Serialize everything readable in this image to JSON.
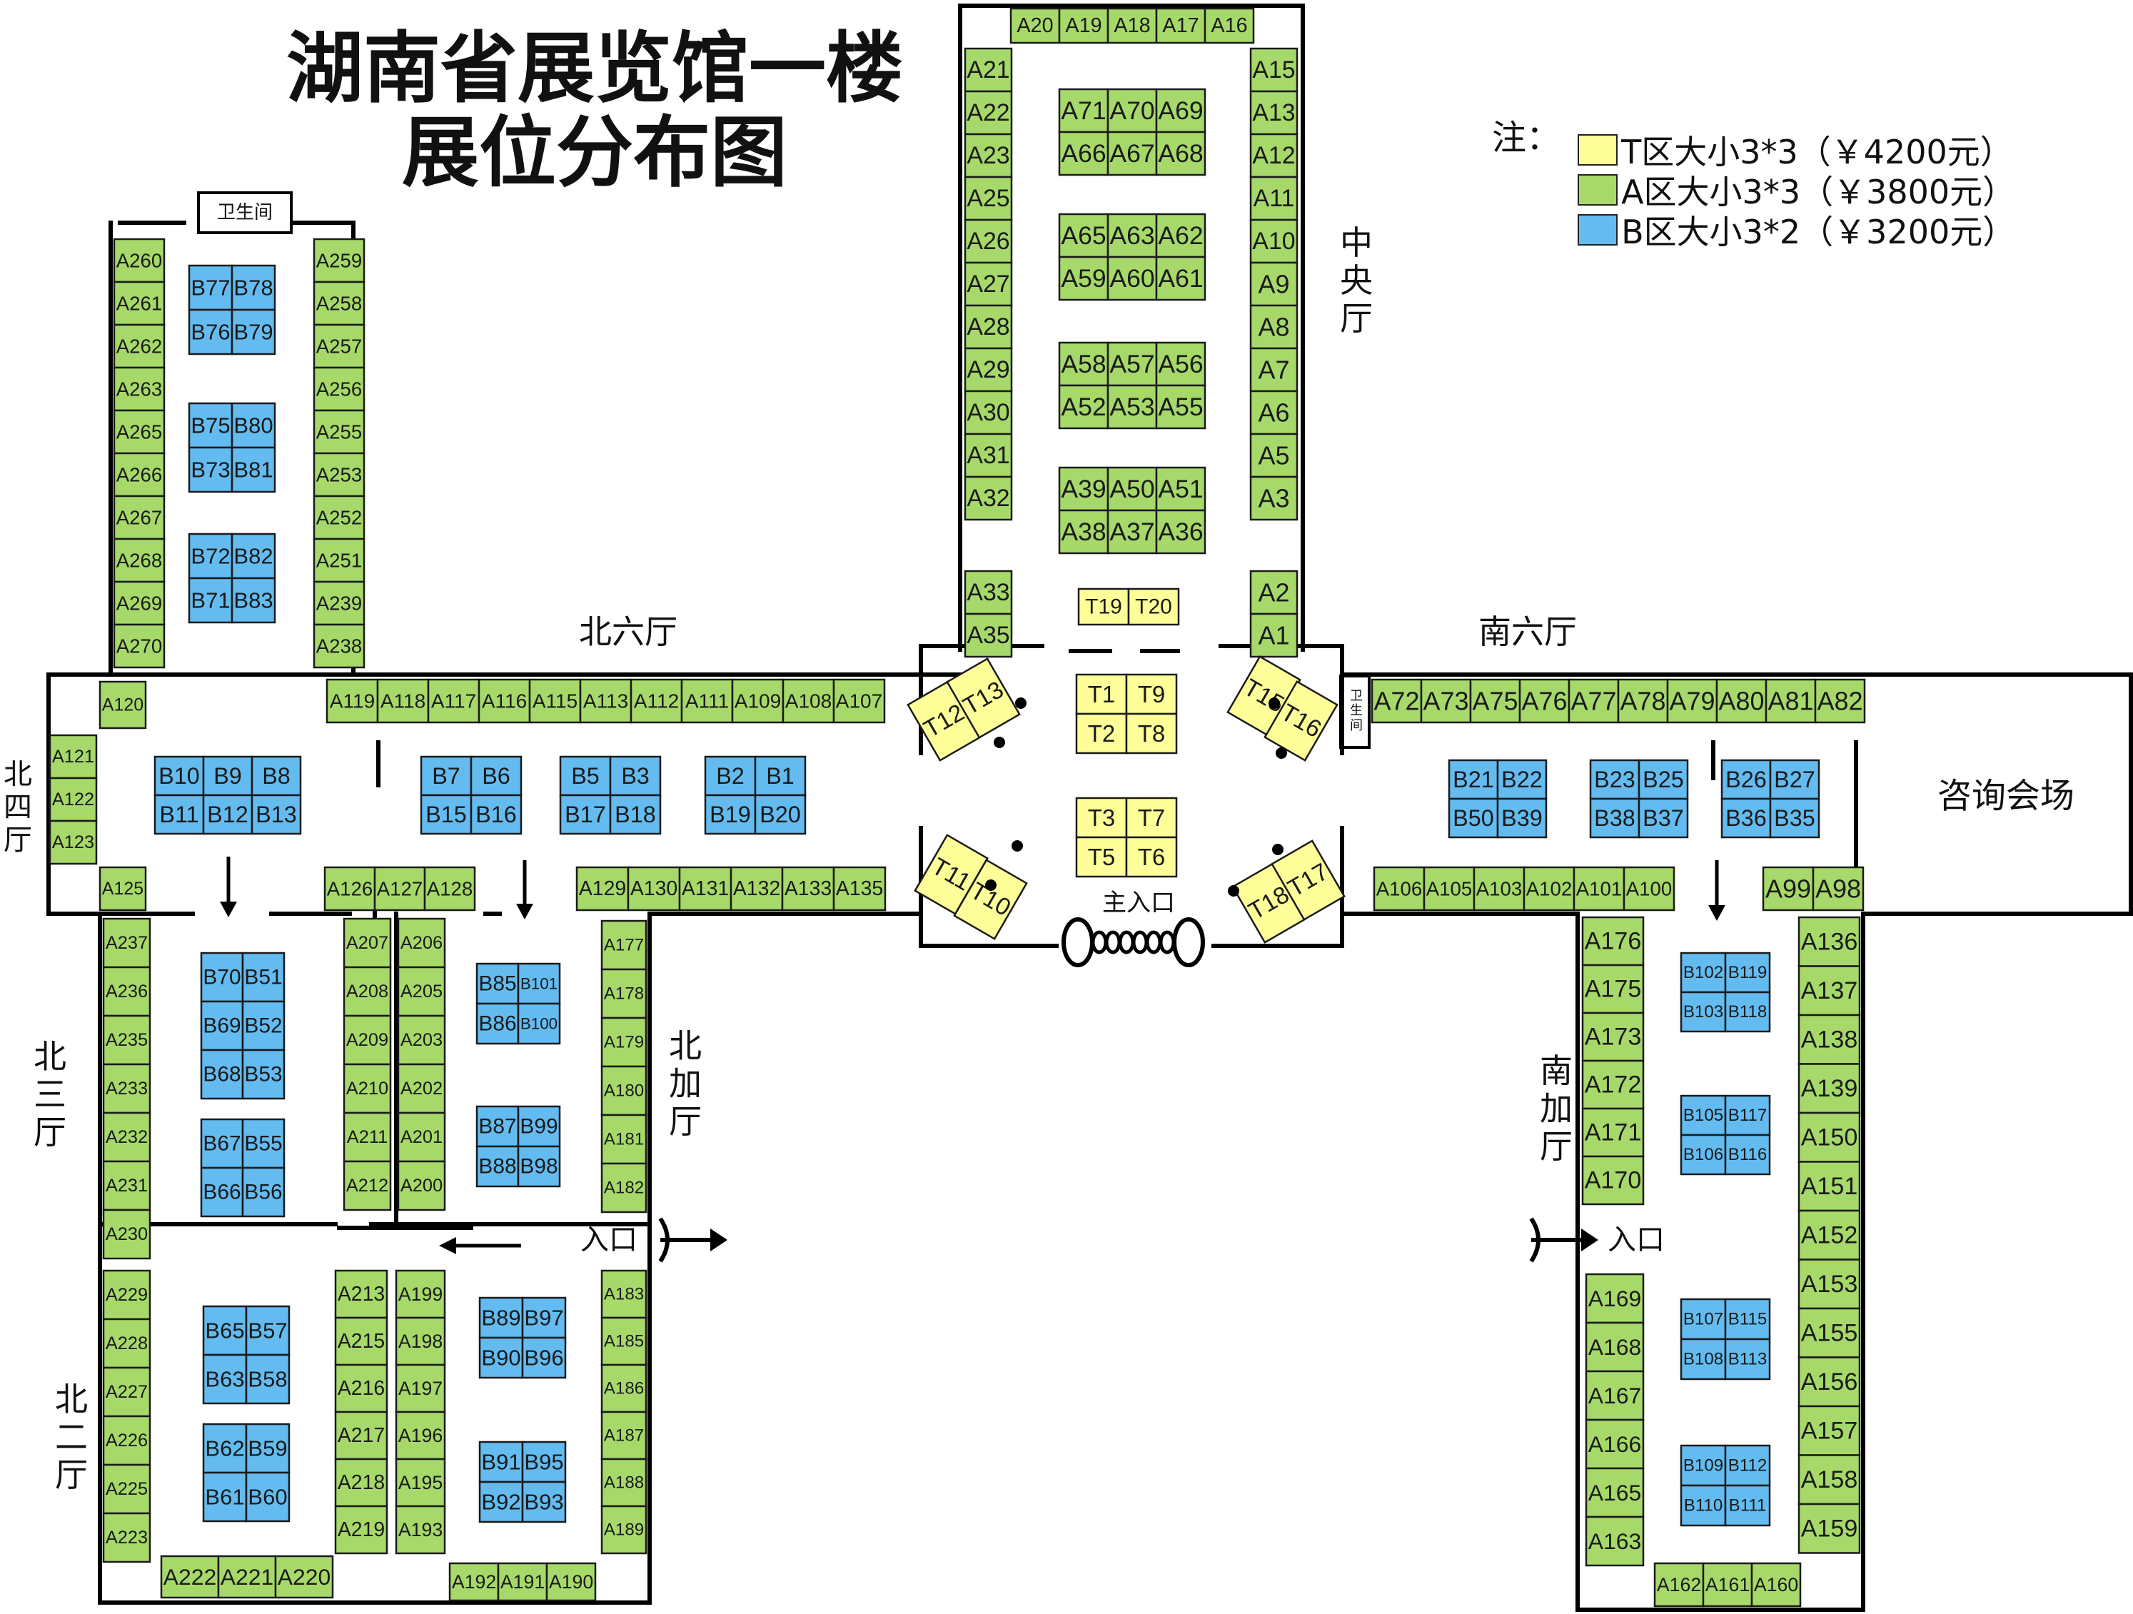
{
  "title": {
    "line1": "湖南省展览馆一楼",
    "line2": "展位分布图"
  },
  "legend": {
    "prefix": "注：",
    "items": [
      {
        "text": "T区大小3*3（￥4200元）",
        "color": "#ffff99"
      },
      {
        "text": "A区大小3*3（￥3800元）",
        "color": "#a6d96a"
      },
      {
        "text": "B区大小3*2（￥3200元）",
        "color": "#63bbf0"
      }
    ]
  },
  "colors": {
    "T": "#ffff99",
    "A": "#a6d96a",
    "B": "#63bbf0",
    "wall": "#000000",
    "outline": "#1a1a1a"
  },
  "labels": {
    "central_hall": "中央厅",
    "north6": "北六厅",
    "south6": "南六厅",
    "north4": "北四厅",
    "north3": "北三厅",
    "north2": "北二厅",
    "north_add": "北加厅",
    "south_add": "南加厅",
    "consult": "咨询会场",
    "main_entrance": "主入口",
    "entrance_w": "入口",
    "entrance_e": "入口",
    "toilet_n": "卫生间",
    "toilet_s": "卫生间"
  },
  "booths": {
    "central_top": [
      "A20",
      "A19",
      "A18",
      "A17",
      "A16"
    ],
    "central_left": [
      "A21",
      "A22",
      "A23",
      "A25",
      "A26",
      "A27",
      "A28",
      "A29",
      "A30",
      "A31",
      "A32"
    ],
    "central_left_low": [
      "A33",
      "A35"
    ],
    "central_right": [
      "A15",
      "A13",
      "A12",
      "A11",
      "A10",
      "A9",
      "A8",
      "A7",
      "A6",
      "A5",
      "A3"
    ],
    "central_right_low": [
      "A2",
      "A1"
    ],
    "central_blocks": [
      [
        "A71",
        "A70",
        "A69"
      ],
      [
        "A66",
        "A67",
        "A68"
      ],
      [
        "A65",
        "A63",
        "A62"
      ],
      [
        "A59",
        "A60",
        "A61"
      ],
      [
        "A58",
        "A57",
        "A56"
      ],
      [
        "A52",
        "A53",
        "A55"
      ],
      [
        "A39",
        "A50",
        "A51"
      ],
      [
        "A38",
        "A37",
        "A36"
      ]
    ],
    "t_top": [
      "T19",
      "T20"
    ],
    "t_mid": [
      [
        "T1",
        "T9"
      ],
      [
        "T2",
        "T8"
      ]
    ],
    "t_low": [
      [
        "T3",
        "T7"
      ],
      [
        "T5",
        "T6"
      ]
    ],
    "t_nw": [
      "T12",
      "T13"
    ],
    "t_ne": [
      "T15",
      "T16"
    ],
    "t_sw": [
      "T11",
      "T10"
    ],
    "t_se": [
      "T18",
      "T17"
    ],
    "n6_top": [
      "A119",
      "A118",
      "A117",
      "A116",
      "A115",
      "A113",
      "A112",
      "A111",
      "A109",
      "A108",
      "A107"
    ],
    "n6_bottom": [
      "A126",
      "A127",
      "A128"
    ],
    "n6_bottom2": [
      "A129",
      "A130",
      "A131",
      "A132",
      "A133",
      "A135"
    ],
    "s6_top": [
      "A72",
      "A73",
      "A75",
      "A76",
      "A77",
      "A78",
      "A79",
      "A80",
      "A81",
      "A82"
    ],
    "s6_bottom": [
      "A106",
      "A105",
      "A103",
      "A102",
      "A101",
      "A100"
    ],
    "s6_bottom_right": [
      "A99",
      "A98"
    ],
    "north_wing_left": [
      "A260",
      "A261",
      "A262",
      "A263",
      "A265",
      "A266",
      "A267",
      "A268",
      "A269",
      "A270"
    ],
    "north_wing_right": [
      "A259",
      "A258",
      "A257",
      "A256",
      "A255",
      "A253",
      "A252",
      "A251",
      "A239",
      "A238"
    ],
    "north_wing_blocks": [
      [
        "B77",
        "B78"
      ],
      [
        "B76",
        "B79"
      ],
      [
        "B75",
        "B80"
      ],
      [
        "B73",
        "B81"
      ],
      [
        "B72",
        "B82"
      ],
      [
        "B71",
        "B83"
      ]
    ],
    "a120": "A120",
    "a125": "A125",
    "n4": [
      "A121",
      "A122",
      "A123"
    ],
    "n6_blocks_row1": [
      [
        "B10",
        "B9",
        "B8"
      ],
      [
        "B7",
        "B6"
      ],
      [
        "B5",
        "B3"
      ],
      [
        "B2",
        "B1"
      ]
    ],
    "n6_blocks_row2": [
      [
        "B11",
        "B12",
        "B13"
      ],
      [
        "B15",
        "B16"
      ],
      [
        "B17",
        "B18"
      ],
      [
        "B19",
        "B20"
      ]
    ],
    "s6_blocks_row1": [
      [
        "B21",
        "B22"
      ],
      [
        "B23",
        "B25"
      ],
      [
        "B26",
        "B27"
      ]
    ],
    "s6_blocks_row2": [
      [
        "B50",
        "B39"
      ],
      [
        "B38",
        "B37"
      ],
      [
        "B36",
        "B35"
      ]
    ],
    "n3_left": [
      "A237",
      "A236",
      "A235",
      "A233",
      "A232",
      "A231",
      "A230"
    ],
    "n3_blocks": [
      [
        "B70",
        "B51"
      ],
      [
        "B69",
        "B52"
      ],
      [
        "B68",
        "B53"
      ],
      [
        "B67",
        "B55"
      ],
      [
        "B66",
        "B56"
      ]
    ],
    "n3_mid_left": [
      "A207",
      "A208",
      "A209",
      "A210",
      "A211",
      "A212"
    ],
    "n3_mid_right": [
      "A206",
      "A205",
      "A203",
      "A202",
      "A201",
      "A200"
    ],
    "n3_right_blocks": [
      [
        "B85",
        "B101"
      ],
      [
        "B86",
        "B100"
      ],
      [
        "B87",
        "B99"
      ],
      [
        "B88",
        "B98"
      ]
    ],
    "nadd_col": [
      "A177",
      "A178",
      "A179",
      "A180",
      "A181",
      "A182"
    ],
    "n2_left": [
      "A229",
      "A228",
      "A227",
      "A226",
      "A225",
      "A223"
    ],
    "n2_blocks": [
      [
        "B65",
        "B57"
      ],
      [
        "B63",
        "B58"
      ],
      [
        "B62",
        "B59"
      ],
      [
        "B61",
        "B60"
      ]
    ],
    "n2_mid_left": [
      "A213",
      "A215",
      "A216",
      "A217",
      "A218",
      "A219"
    ],
    "n2_mid_right": [
      "A199",
      "A198",
      "A197",
      "A196",
      "A195",
      "A193"
    ],
    "n2_right_blocks": [
      [
        "B89",
        "B97"
      ],
      [
        "B90",
        "B96"
      ],
      [
        "B91",
        "B95"
      ],
      [
        "B92",
        "B93"
      ]
    ],
    "n2_right_col": [
      "A183",
      "A185",
      "A186",
      "A187",
      "A188",
      "A189"
    ],
    "n2_bottom_left": [
      "A222",
      "A221",
      "A220"
    ],
    "n2_bottom_right": [
      "A192",
      "A191",
      "A190"
    ],
    "sadd_col_top": [
      "A176",
      "A175",
      "A173",
      "A172",
      "A171",
      "A170"
    ],
    "sadd_col_bottom": [
      "A169",
      "A168",
      "A167",
      "A166",
      "A165",
      "A163"
    ],
    "sadd_right": [
      "A136",
      "A137",
      "A138",
      "A139",
      "A150",
      "A151",
      "A152",
      "A153",
      "A155",
      "A156",
      "A157",
      "A158",
      "A159"
    ],
    "sadd_blocks": [
      [
        "B102",
        "B119"
      ],
      [
        "B103",
        "B118"
      ],
      [
        "B105",
        "B117"
      ],
      [
        "B106",
        "B116"
      ],
      [
        "B107",
        "B115"
      ],
      [
        "B108",
        "B113"
      ],
      [
        "B109",
        "B112"
      ],
      [
        "B110",
        "B111"
      ]
    ],
    "sadd_bottom": [
      "A162",
      "A161",
      "A160"
    ]
  }
}
